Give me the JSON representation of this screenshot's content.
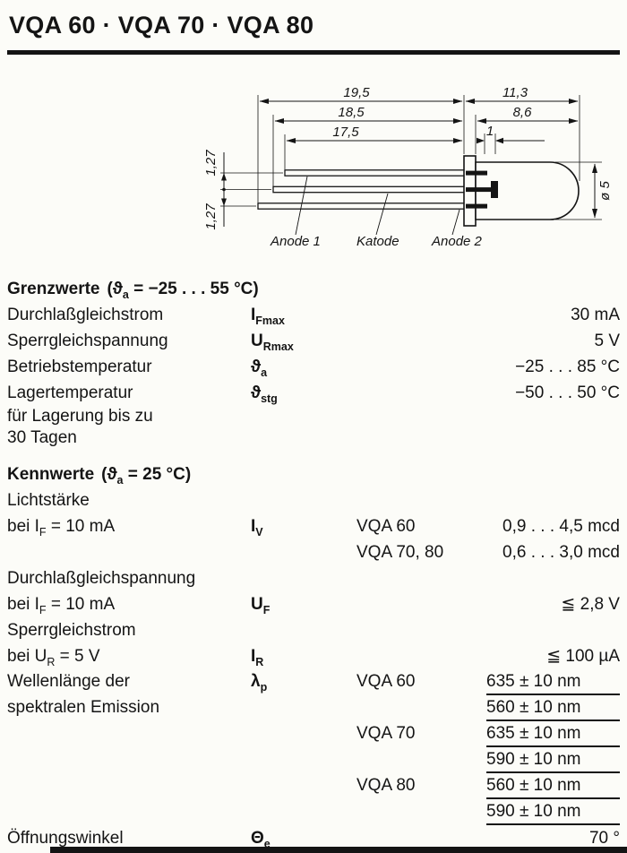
{
  "title": "VQA 60 · VQA 70 · VQA 80",
  "drawing": {
    "dim_19_5": "19,5",
    "dim_18_5": "18,5",
    "dim_17_5": "17,5",
    "dim_11_3": "11,3",
    "dim_8_6": "8,6",
    "dim_1": "1",
    "dim_1_27_top": "1,27",
    "dim_1_27_bottom": "1,27",
    "dim_diameter": "ø 5",
    "label_anode1": "Anode 1",
    "label_katode": "Katode",
    "label_anode2": "Anode 2"
  },
  "grenzwerte": {
    "heading": "Grenzwerte",
    "cond_pre": "(ϑ",
    "cond_sub": "a",
    "cond_post": " = −25 . . . 55 °C)",
    "rows": [
      {
        "label": "Durchlaßgleichstrom",
        "sym": "I",
        "sub": "Fmax",
        "value": "30 mA"
      },
      {
        "label": "Sperrgleichspannung",
        "sym": "U",
        "sub": "Rmax",
        "value": "5 V"
      },
      {
        "label": "Betriebstemperatur",
        "sym": "ϑ",
        "sub": "a",
        "value": "−25 . . . 85 °C"
      },
      {
        "label": "Lagertemperatur",
        "label2": "für Lagerung bis zu",
        "label3": "30 Tagen",
        "sym": "ϑ",
        "sub": "stg",
        "value": "−50 . . . 50 °C"
      }
    ]
  },
  "kennwerte": {
    "heading": "Kennwerte",
    "cond_pre": "(ϑ",
    "cond_sub": "a",
    "cond_post": " = 25 °C)",
    "lichtstaerke": {
      "label1": "Lichtstärke",
      "bei_pre": "bei I",
      "bei_sub": "F",
      "bei_post": " = 10 mA",
      "sym": "I",
      "sub": "V",
      "variants": [
        {
          "name": "VQA 60",
          "value": "0,9 . . . 4,5 mcd"
        },
        {
          "name": "VQA 70, 80",
          "value": "0,6 . . . 3,0 mcd"
        }
      ]
    },
    "durchlassspannung": {
      "label1": "Durchlaßgleichspannung",
      "bei_pre": "bei I",
      "bei_sub": "F",
      "bei_post": " = 10 mA",
      "sym": "U",
      "sub": "F",
      "value": "≦ 2,8 V"
    },
    "sperrstrom": {
      "label1": "Sperrgleichstrom",
      "bei_pre": "bei U",
      "bei_sub": "R",
      "bei_post": " = 5 V",
      "sym": "I",
      "sub": "R",
      "value": "≦ 100 µA"
    },
    "wellenlaenge": {
      "label1": "Wellenlänge der",
      "label2": "spektralen Emission",
      "sym": "λ",
      "sub": "p",
      "variants": [
        {
          "name": "VQA 60",
          "values": [
            "635 ± 10 nm",
            "560 ± 10 nm"
          ]
        },
        {
          "name": "VQA 70",
          "values": [
            "635 ± 10 nm",
            "590 ± 10 nm"
          ]
        },
        {
          "name": "VQA 80",
          "values": [
            "560 ± 10 nm",
            "590 ± 10 nm"
          ]
        }
      ]
    },
    "oeffnungswinkel": {
      "label": "Öffnungswinkel",
      "sym": "Θ",
      "sub": "e",
      "value": "70 °"
    }
  }
}
